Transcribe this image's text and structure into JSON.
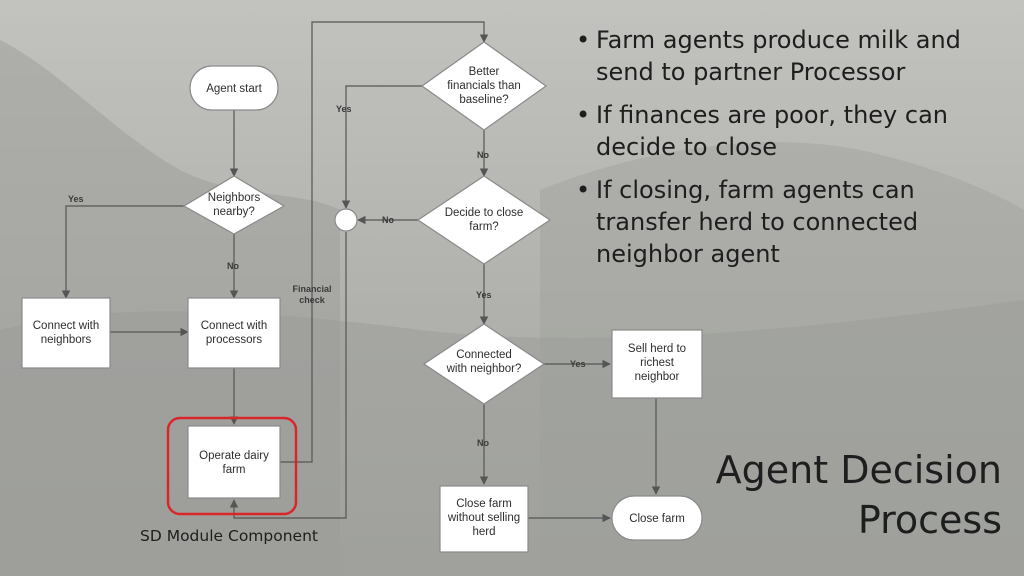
{
  "bullets": [
    {
      "line1": "Farm agents produce milk and",
      "line2": "send to partner Processor"
    },
    {
      "line1": "If finances are poor, they can",
      "line2": "decide to close"
    },
    {
      "line1": "If closing, farm agents can",
      "line2": "transfer herd to connected",
      "line3": "neighbor agent"
    }
  ],
  "title": {
    "line1": "Agent Decision",
    "line2": "Process"
  },
  "caption": "SD Module Component",
  "nodes": {
    "agent_start": "Agent start",
    "neighbors_nearby": {
      "line1": "Neighbors",
      "line2": "nearby?"
    },
    "connect_neighbors": {
      "line1": "Connect with",
      "line2": "neighbors"
    },
    "connect_processors": {
      "line1": "Connect with",
      "line2": "processors"
    },
    "operate_dairy": {
      "line1": "Operate dairy",
      "line2": "farm"
    },
    "better_financials": {
      "line1": "Better",
      "line2": "financials than",
      "line3": "baseline?"
    },
    "decide_close": {
      "line1": "Decide to close",
      "line2": "farm?"
    },
    "connected_neighbor": {
      "line1": "Connected",
      "line2": "with neighbor?"
    },
    "sell_herd": {
      "line1": "Sell herd to",
      "line2": "richest",
      "line3": "neighbor"
    },
    "close_without": {
      "line1": "Close farm",
      "line2": "without selling",
      "line3": "herd"
    },
    "close_farm": "Close farm"
  },
  "edge_labels": {
    "yes_neighbors": "Yes",
    "no_neighbors": "No",
    "yes_financials": "Yes",
    "no_financials": "No",
    "no_decide": "No",
    "yes_decide": "Yes",
    "yes_connected": "Yes",
    "no_connected": "No",
    "financial_check_1": "Financial",
    "financial_check_2": "check"
  },
  "colors": {
    "background": "#b4b4b0",
    "node_fill": "#ffffff",
    "node_stroke": "#8a8a8a",
    "line": "#555555",
    "highlight": "#d9262a"
  }
}
